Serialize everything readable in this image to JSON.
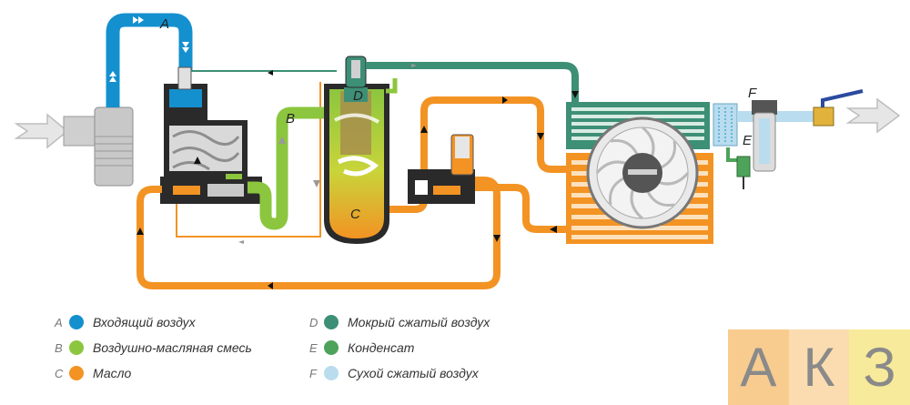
{
  "diagram": {
    "labels": {
      "A": "A",
      "B": "B",
      "C": "C",
      "D": "D",
      "E": "E",
      "F": "F"
    },
    "colors": {
      "intake_air": "#1490cf",
      "air_oil": "#8cc63f",
      "oil": "#f39323",
      "wet_air": "#3d8f76",
      "condensate": "#4ea35a",
      "dry_air": "#b9dcee"
    }
  },
  "legend": [
    {
      "key": "A",
      "label": "Входящий воздух",
      "color": "#1490cf"
    },
    {
      "key": "B",
      "label": "Воздушно-масляная смесь",
      "color": "#8cc63f"
    },
    {
      "key": "C",
      "label": "Масло",
      "color": "#f39323"
    },
    {
      "key": "D",
      "label": "Мокрый сжатый воздух",
      "color": "#3d8f76"
    },
    {
      "key": "E",
      "label": "Конденсат",
      "color": "#4ea35a"
    },
    {
      "key": "F",
      "label": "Сухой сжатый воздух",
      "color": "#b9dcee"
    }
  ],
  "logo": {
    "letters": [
      "А",
      "К",
      "З"
    ],
    "colors": [
      "#f8cc8f",
      "#fbdcb0",
      "#f7ea9a"
    ]
  }
}
